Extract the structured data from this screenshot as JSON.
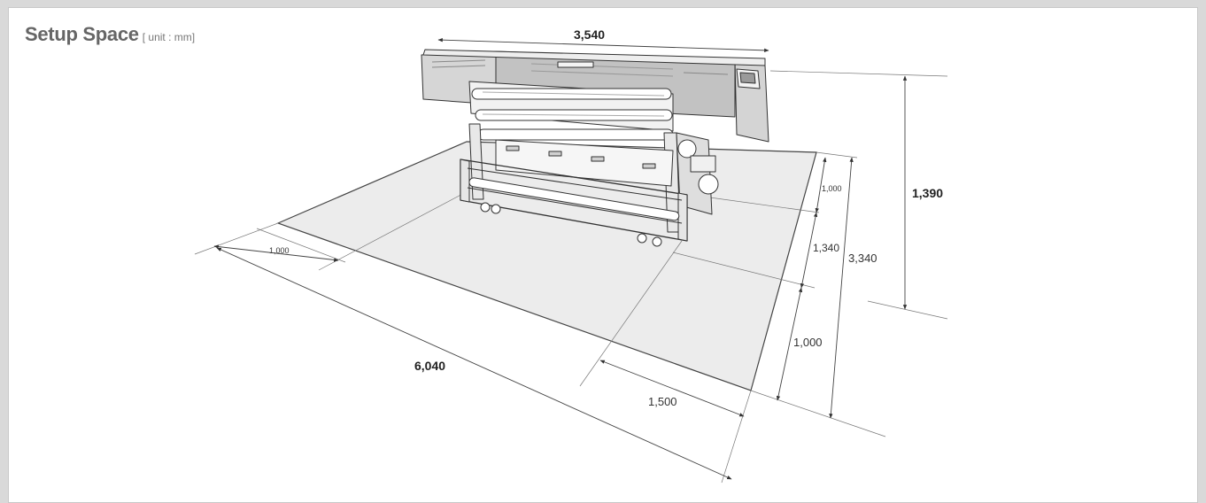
{
  "header": {
    "title": "Setup Space",
    "unit": "[ unit : mm]"
  },
  "dimensions": {
    "width": "3,540",
    "height": "1,390",
    "depth_total": "3,340",
    "depth_rear_gap": "1,000",
    "depth_machine": "1,340",
    "depth_front_gap": "1,000",
    "length_total": "6,040",
    "side_gap": "1,000",
    "front_gap_width": "1,500"
  }
}
